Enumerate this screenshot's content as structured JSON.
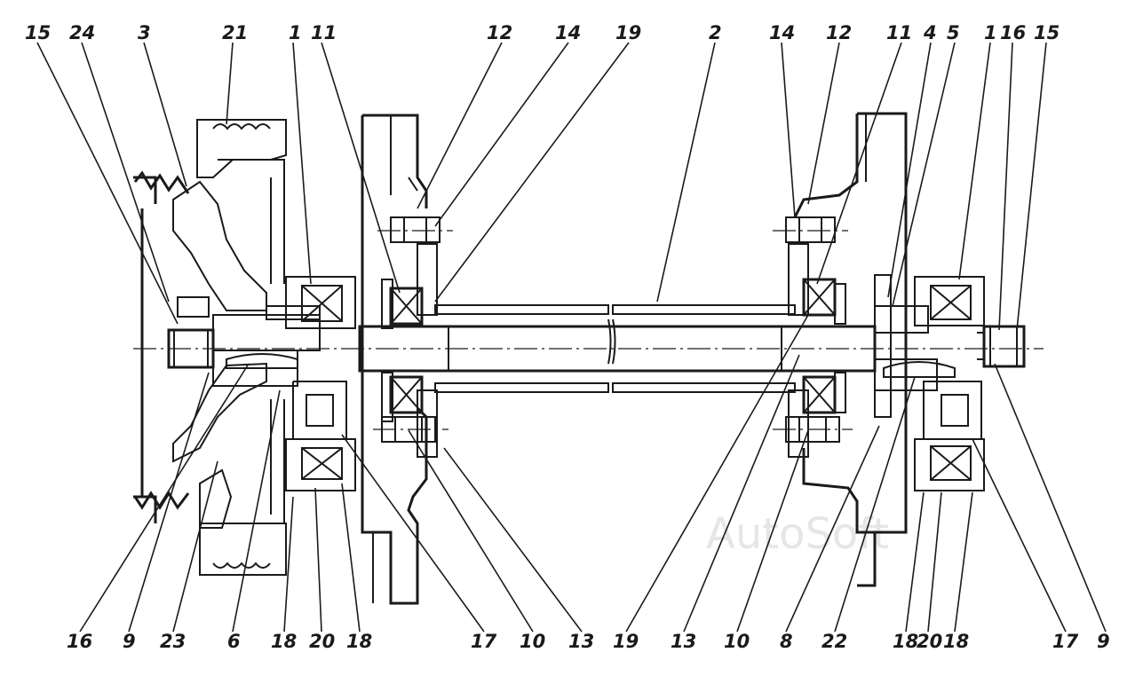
{
  "diagram": {
    "watermark": "AutoSoft",
    "top_callouts": [
      "15",
      "24",
      "3",
      "21",
      "1",
      "11",
      "12",
      "14",
      "19",
      "2",
      "14",
      "12",
      "11",
      "4",
      "5",
      "1",
      "16",
      "15"
    ],
    "bottom_callouts": [
      "16",
      "9",
      "23",
      "6",
      "18",
      "20",
      "18",
      "17",
      "10",
      "13",
      "19",
      "13",
      "10",
      "8",
      "22",
      "18",
      "20",
      "18",
      "17",
      "9"
    ]
  },
  "colors": {
    "ink": "#1a1a1a",
    "paper": "#ffffff",
    "watermark": "#e6e6e6"
  }
}
